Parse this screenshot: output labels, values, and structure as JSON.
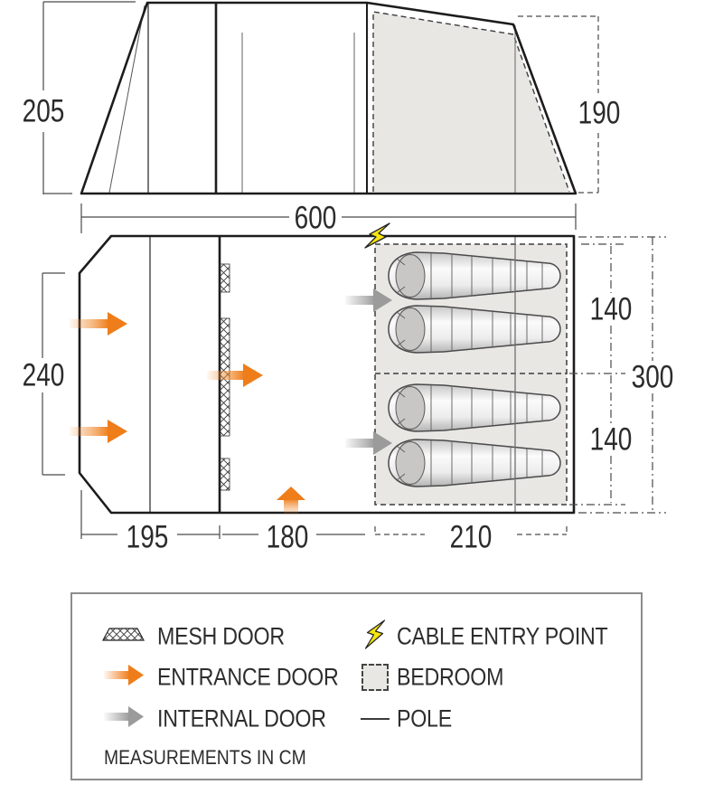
{
  "diagram": {
    "side_view": {
      "height_left": "205",
      "height_right": "190",
      "width": "600"
    },
    "floor_plan": {
      "front_depth": "240",
      "total_depth": "300",
      "bedroom_depth_top": "140",
      "bedroom_depth_bottom": "140",
      "width_front": "195",
      "width_middle": "180",
      "width_bedroom": "210"
    }
  },
  "legend": {
    "items": [
      {
        "label": "MESH DOOR",
        "icon": "mesh-door-icon"
      },
      {
        "label": "ENTRANCE DOOR",
        "icon": "entrance-door-icon"
      },
      {
        "label": "INTERNAL DOOR",
        "icon": "internal-door-icon"
      },
      {
        "label": "CABLE ENTRY POINT",
        "icon": "cable-entry-point-icon"
      },
      {
        "label": "BEDROOM",
        "icon": "bedroom-icon"
      },
      {
        "label": "POLE",
        "icon": "pole-icon"
      }
    ],
    "note": "MEASUREMENTS IN CM"
  },
  "colors": {
    "entrance_door": "#ef7d1a",
    "internal_door": "#9b9b9b",
    "cable_entry": "#f6e50e",
    "bedroom_fill": "#e9e7e4",
    "outline": "#1c1c1c"
  }
}
